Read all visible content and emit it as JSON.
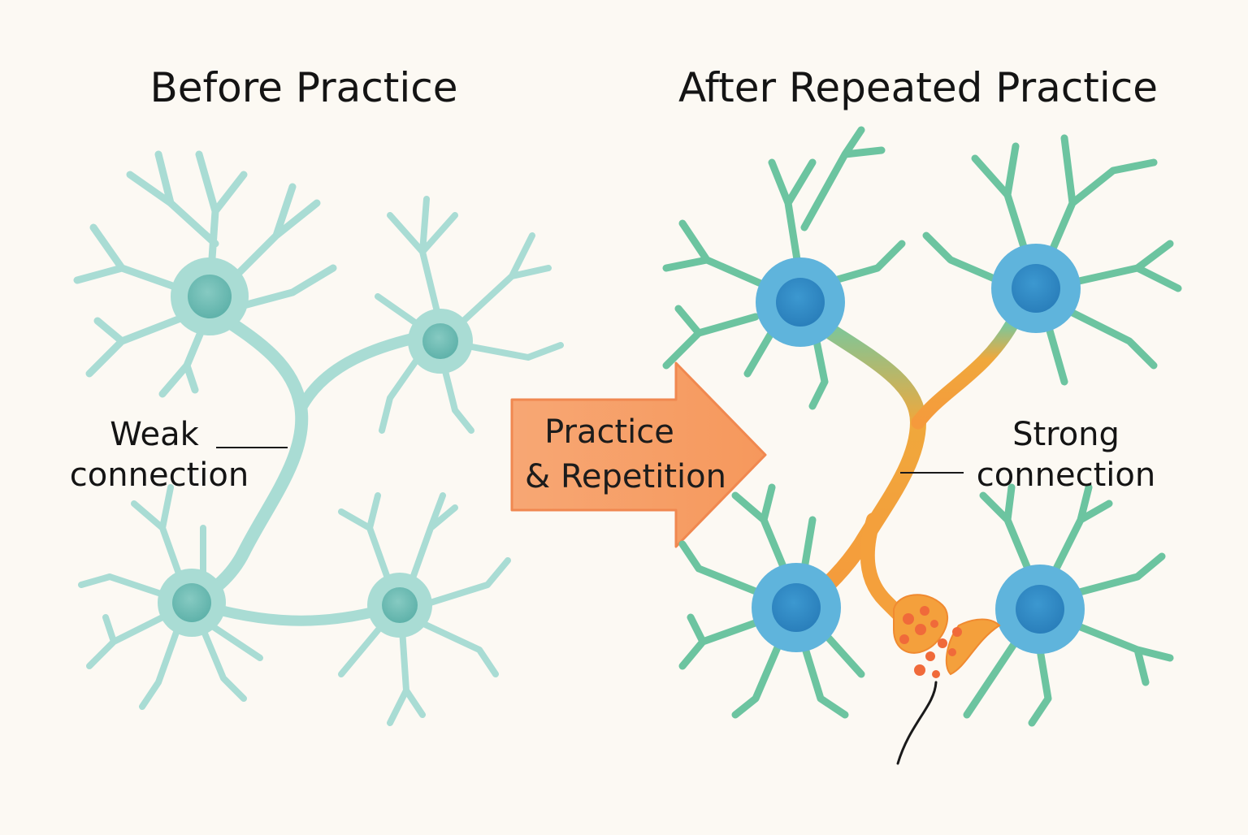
{
  "panels": {
    "before": {
      "title": "Before Practice",
      "label_line1": "Weak",
      "label_line2": "connection"
    },
    "after": {
      "title": "After Repeated Practice",
      "label_line1": "Strong",
      "label_line2": "connection"
    }
  },
  "arrow": {
    "line1": "Practice",
    "line2": "& Repetition"
  },
  "colors": {
    "background": "#fcf9f3",
    "weak_neuron": "#a9dcd4",
    "weak_nucleus": "#6fbcb4",
    "strong_neuron": "#5fb4dc",
    "strong_nucleus": "#2f89c4",
    "strong_dendrite": "#6cc4a0",
    "pathway_orange": "#f4a03c",
    "arrow_fill": "#f6a068",
    "arrow_stroke": "#f08850",
    "synapse_vesicle": "#f06a3a"
  },
  "icons": [
    "neuron-icon",
    "arrow-right-icon",
    "synapse-icon"
  ]
}
